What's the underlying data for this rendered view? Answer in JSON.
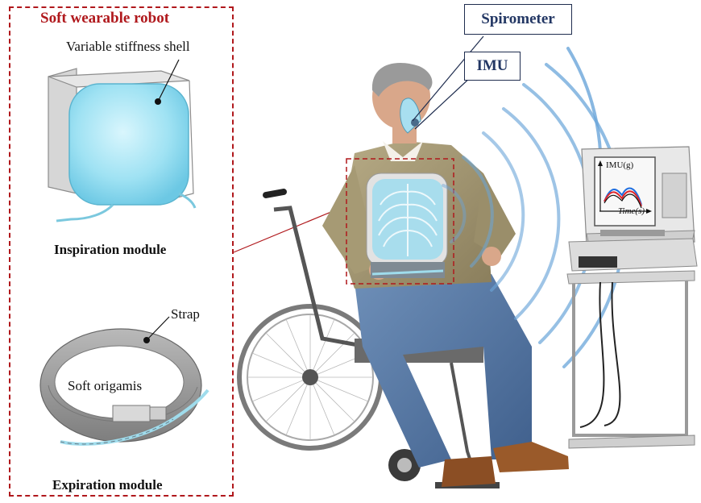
{
  "panel": {
    "title": "Soft wearable robot",
    "shell_label": "Variable stiffness shell",
    "inspiration_label": "Inspiration module",
    "strap_label": "Strap",
    "origami_label": "Soft origamis",
    "expiration_label": "Expiration module"
  },
  "callouts": {
    "spirometer": "Spirometer",
    "imu": "IMU"
  },
  "monitor": {
    "y_axis_label": "IMU(g)",
    "x_axis_label": "Time(s)"
  },
  "colors": {
    "accent_red": "#b0181c",
    "callout_navy": "#233764",
    "shell_blue": "#8fd9ef",
    "wave_blue": "#5f9fd6",
    "trace_blue": "#1e6ee0",
    "trace_red": "#e0262b",
    "trace_black": "#111111"
  }
}
